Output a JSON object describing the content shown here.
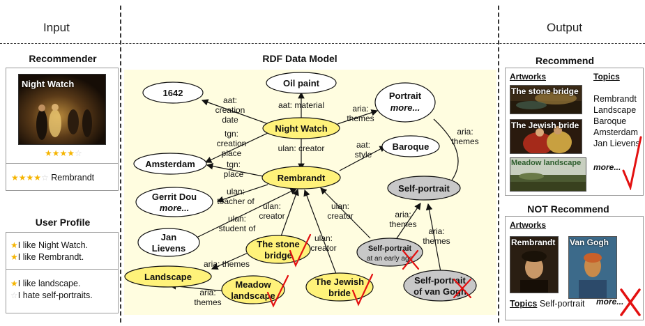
{
  "headers": {
    "input": "Input",
    "output": "Output"
  },
  "input": {
    "recommender": {
      "title": "Recommender",
      "artwork_label": "Night Watch",
      "rating_label": "Rembrandt"
    },
    "profile": {
      "title": "User Profile",
      "likes": [
        "I like Night Watch.",
        "I like Rembrandt."
      ],
      "prefs": [
        "I like landscape.",
        "I hate self-portraits."
      ]
    }
  },
  "center": {
    "title": "RDF Data Model",
    "nodes": {
      "n1642": "1642",
      "oilpaint": "Oil paint",
      "nightwatch": "Night Watch",
      "portrait": "Portrait",
      "portrait_more": "more...",
      "amsterdam": "Amsterdam",
      "rembrandt": "Rembrandt",
      "baroque": "Baroque",
      "selfportrait": "Self-portrait",
      "gerrit": "Gerrit Dou",
      "gerrit_more": "more...",
      "jan1": "Jan",
      "jan2": "Lievens",
      "stonebridge1": "The stone",
      "stonebridge2": "bridge",
      "landscape": "Landscape",
      "meadow1": "Meadow",
      "meadow2": "landscape",
      "jewish1": "The Jewish",
      "jewish2": "bride",
      "spearly1": "Self-portrait",
      "spearly2": "at an early age",
      "spvangogh1": "Self-portrait",
      "spvangogh2": "of van Gogh"
    },
    "edges": {
      "creation_date": [
        "aat:",
        "creation",
        "date"
      ],
      "material": "aat: material",
      "themes1": [
        "aria:",
        "themes"
      ],
      "themes2": [
        "aria:",
        "themes"
      ],
      "creation_place": [
        "tgn:",
        "creation",
        "place"
      ],
      "place": [
        "tgn:",
        "place"
      ],
      "creator1": "ulan: creator",
      "style": [
        "aat:",
        "style"
      ],
      "teacher": [
        "ulan:",
        "teacher of"
      ],
      "student": [
        "ulan:",
        "student of"
      ],
      "creator2": [
        "ulan:",
        "creator"
      ],
      "creator3": [
        "ulan:",
        "creator"
      ],
      "creator4": [
        "ulan:",
        "creator"
      ],
      "themes3": [
        "aria:",
        "themes"
      ],
      "themes4": [
        "aria:",
        "themes"
      ],
      "themes5": "aria: themes",
      "themes6": [
        "aria:",
        "themes"
      ]
    }
  },
  "output": {
    "recommend": {
      "title": "Recommend",
      "artworks_label": "Artworks",
      "topics_label": "Topics",
      "artworks": [
        "The stone bridge",
        "The Jewish bride",
        "Meadow landscape"
      ],
      "topics": [
        "Rembrandt",
        "Landscape",
        "Baroque",
        "Amsterdam",
        "Jan Lievens"
      ],
      "more": "more..."
    },
    "not_recommend": {
      "title": "NOT Recommend",
      "artworks_label": "Artworks",
      "artworks": [
        "Rembrandt",
        "Van Gogh"
      ],
      "topics_label": "Topics",
      "topic": "Self-portrait",
      "more": "more..."
    }
  },
  "colors": {
    "highlight": "#fff27a",
    "grey_node": "#c8c8c8",
    "diagram_bg": "#fffde0",
    "mark": "#e31010"
  }
}
